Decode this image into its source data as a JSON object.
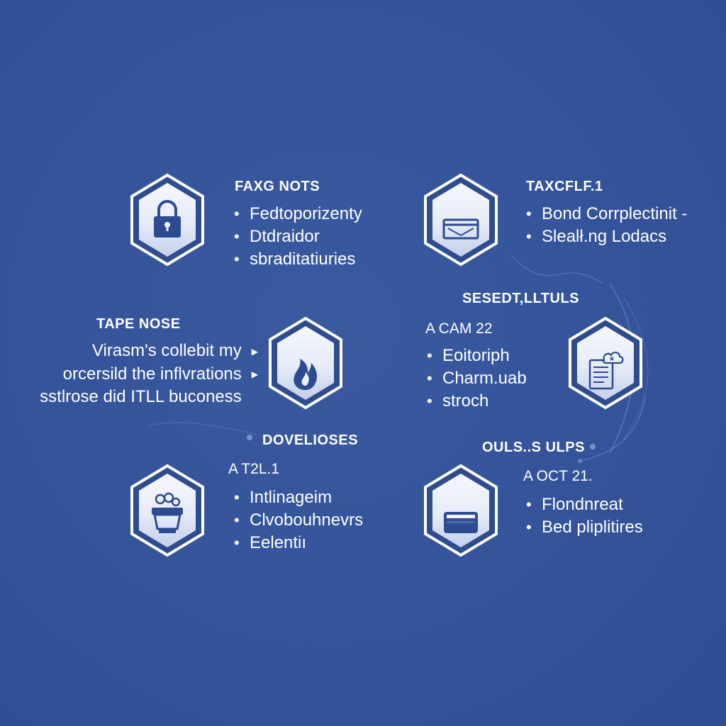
{
  "colors": {
    "background": "#34539a",
    "hex_border": "#ffffff",
    "hex_fill_top": "#f4f6fc",
    "hex_fill_bottom": "#c9d3ee",
    "icon": "#2c4b92",
    "text": "#ffffff"
  },
  "cards": {
    "c1": {
      "icon": "padlock-icon",
      "title": "FAXG NOTS",
      "items": [
        "Fedtoporizenty",
        "Dtdraidor",
        "sbraditatiuries"
      ]
    },
    "c2": {
      "icon": "browser-window-icon",
      "title": "TAXCFLF.1",
      "items": [
        "Bond Corrplectinit -",
        "Slealł.ng Lodacs"
      ]
    },
    "c3": {
      "icon": "flame-icon",
      "title": "TAPE NOSE",
      "lines": [
        "Virasm's collebit my",
        "orcersild the inflvrations",
        "sstlrose did ITLL buconess"
      ],
      "arrow": "▶"
    },
    "c4": {
      "icon": "document-cloud-icon",
      "title": "SESEDT,LLTULS",
      "subtitle": "A CAM 22",
      "items": [
        "Eoitoriph",
        "Charm.uab",
        "stroch"
      ]
    },
    "c5": {
      "icon": "basket-icon",
      "title": "DOVELIOSES",
      "subtitle": "A T2L.1",
      "items": [
        "Intlinageim",
        "Clvobouhnevrs",
        "Eelentiı"
      ]
    },
    "c6": {
      "icon": "card-reader-icon",
      "title": "OULS..S ULPS",
      "subtitle": "A OCT 21.",
      "items": [
        "Flondnreat",
        "Bed pliplitires"
      ]
    }
  }
}
